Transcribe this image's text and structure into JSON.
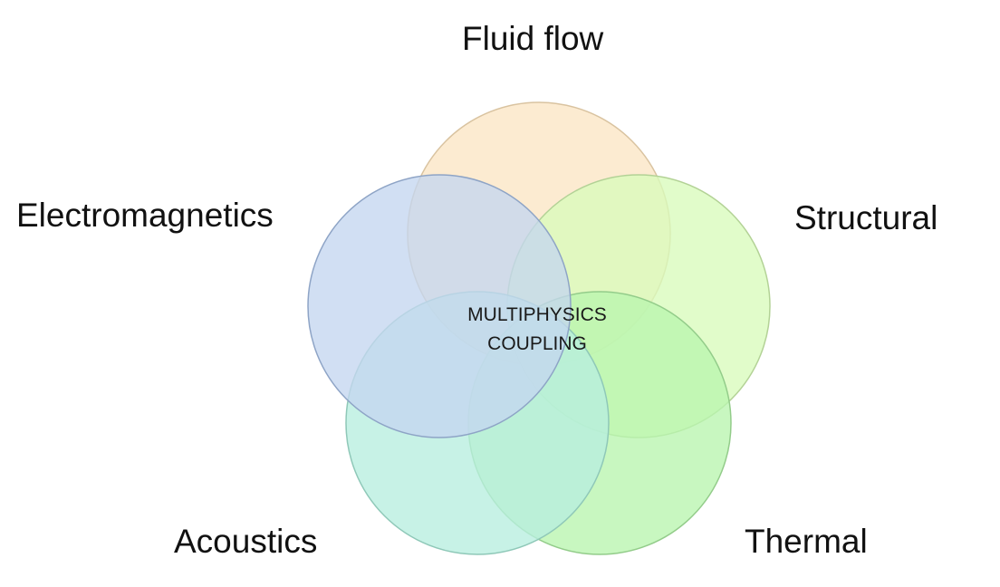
{
  "diagram": {
    "center_lines": [
      "MULTIPHYSICS",
      "COUPLING"
    ],
    "domains": [
      {
        "id": "fluid",
        "label": "Fluid flow",
        "fill": "#fbe5c4",
        "stroke": "#d9c3a0"
      },
      {
        "id": "struct",
        "label": "Structural",
        "fill": "#d9fbbb",
        "stroke": "#b3d296"
      },
      {
        "id": "thermal",
        "label": "Thermal",
        "fill": "#b8f5ae",
        "stroke": "#93cc8a"
      },
      {
        "id": "acoust",
        "label": "Acoustics",
        "fill": "#b7eedf",
        "stroke": "#8fc8b8"
      },
      {
        "id": "electro",
        "label": "Electromagnetics",
        "fill": "#c4d6ef",
        "stroke": "#8ea4c6"
      }
    ]
  }
}
